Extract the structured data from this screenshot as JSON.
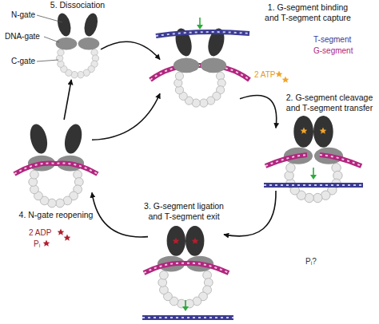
{
  "diagram": {
    "nodes": [
      {
        "text": [
          "5. Dissociation"
        ]
      },
      {
        "text": [
          "1. G-segment binding and T-segment capture"
        ]
      },
      {
        "text": [
          "2. G-segment cleavage and T-segment transfer"
        ]
      },
      {
        "text": [
          "3. G-segment ligation and T-segment exit"
        ]
      },
      {
        "text": [
          "4. N-gate reopening"
        ]
      }
    ],
    "edges": [
      {
        "from": 0,
        "to": 1,
        "arrow": "to"
      },
      {
        "from": 1,
        "to": 2,
        "arrow": "to"
      },
      {
        "from": 2,
        "to": 3,
        "arrow": "to"
      },
      {
        "from": 3,
        "to": 4,
        "arrow": "to"
      },
      {
        "from": 4,
        "to": 0,
        "arrow": "to"
      },
      {
        "from": 4,
        "to": 1,
        "arrow": "to"
      }
    ],
    "labels": [
      "N-gate",
      "DNA-gate",
      "C-gate",
      "T-segment",
      "G-segment",
      "2 ATP",
      "Pᵢ?",
      "2 ADP",
      "Pᵢ"
    ]
  }
}
